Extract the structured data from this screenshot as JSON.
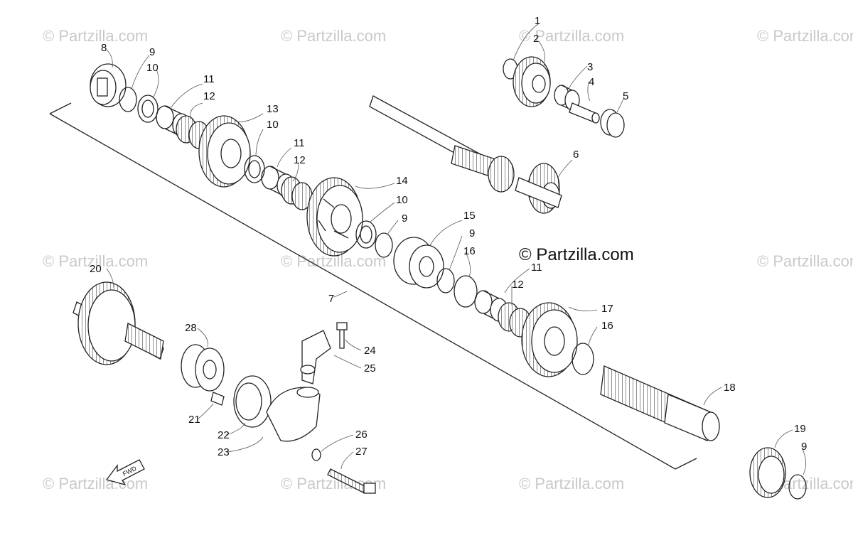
{
  "watermark": "© Partzilla.com",
  "copyright": "© Partzilla.com",
  "fwd_label": "FWD",
  "callouts": {
    "c1": "1",
    "c2": "2",
    "c3": "3",
    "c4": "4",
    "c5": "5",
    "c6": "6",
    "c7": "7",
    "c8": "8",
    "c9a": "9",
    "c10a": "10",
    "c11a": "11",
    "c12a": "12",
    "c13": "13",
    "c10b": "10",
    "c11b": "11",
    "c12b": "12",
    "c14": "14",
    "c10c": "10",
    "c9b": "9",
    "c15": "15",
    "c9c": "9",
    "c16a": "16",
    "c11c": "11",
    "c12c": "12",
    "c17": "17",
    "c16b": "16",
    "c18": "18",
    "c19": "19",
    "c9d": "9",
    "c20": "20",
    "c21": "21",
    "c22": "22",
    "c23": "23",
    "c24": "24",
    "c25": "25",
    "c26": "26",
    "c27": "27",
    "c28": "28"
  }
}
